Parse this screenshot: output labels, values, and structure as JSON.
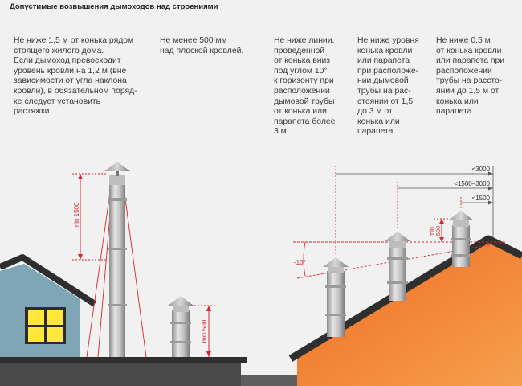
{
  "title": "Допустимые возвышения дымоходов над строениями",
  "notes": [
    "Не ниже 1,5 м от конька рядом\nстоящего жилого дома.\nЕсли дымоход превосходит\nуровень кровли на 1,2 м (вне\nзависимости от угла наклона\nкровли), в обязательном поряд-\nке следует установить\nрастяжки.",
    "Не менее 500 мм\nнад плоской кровлей.",
    "Не ниже линии,\nпроведенной\nот конька вниз\nпод углом 10°\nк горизонту при\nрасположении\nдымовой трубы\nот конька или\nпарапета более\n3 м.",
    "Не ниже уровня\nконька кровли\nили парапета\nпри расположе-\nнии дымовой\nтрубы на рас-\nстоянии от 1,5\nдо 3 м от\nконька или\nпарапета.",
    "Не ниже 0,5 м\nот конька кровли\nили парапета при\nрасположении\nтрубы на рассто-\nянии до 1,5 м от\nконька или\nпарапета."
  ],
  "dims": {
    "min1500": "min 1500",
    "min500": "min 500",
    "min500_right": "min\n500",
    "lt3000": "<3000",
    "r1500_3000": "<1500–3000",
    "lt1500": "<1500",
    "angle": "-10°"
  },
  "colors": {
    "accent": "#d9262c",
    "house_wall": "#7fa6b5",
    "roof_dark": "#333333",
    "right_roof": "#f38b3a",
    "window": "#ffe83a"
  }
}
